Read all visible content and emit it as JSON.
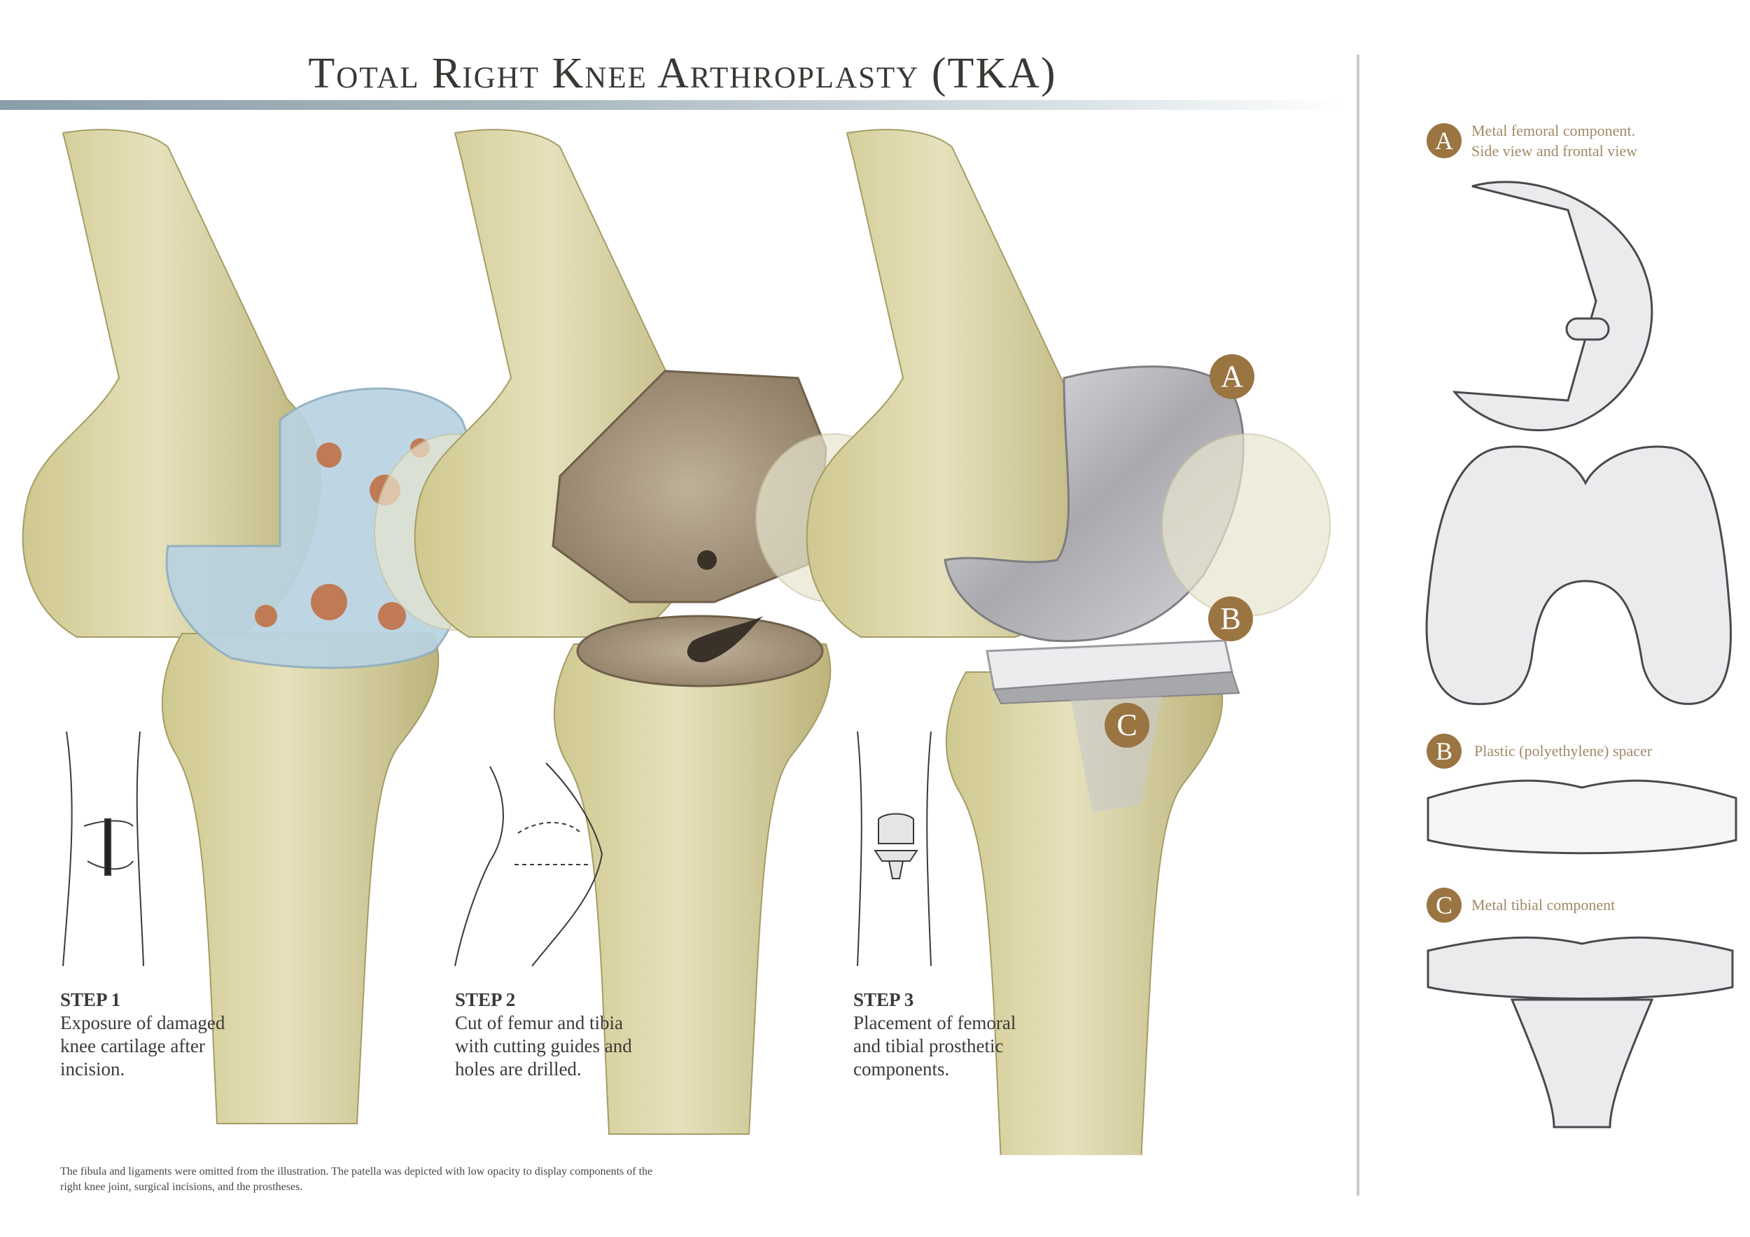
{
  "title": "Total Right Knee Arthroplasty (TKA)",
  "steps": [
    {
      "heading": "STEP 1",
      "text": [
        "Exposure of damaged",
        "knee cartilage after",
        "incision."
      ]
    },
    {
      "heading": "STEP 2",
      "text": [
        "Cut of femur and tibia",
        "with cutting guides and",
        "holes are drilled."
      ]
    },
    {
      "heading": "STEP 3",
      "text": [
        "Placement of femoral",
        "and tibial prosthetic",
        "components."
      ]
    }
  ],
  "callouts": {
    "a": "A",
    "b": "B",
    "c": "C"
  },
  "legend": {
    "a": {
      "letter": "A",
      "line1": "Metal femoral component.",
      "line2": "Side view and frontal view"
    },
    "b": {
      "letter": "B",
      "line1": "Plastic (polyethylene) spacer"
    },
    "c": {
      "letter": "C",
      "line1": "Metal tibial component"
    }
  },
  "footnote": [
    "The fibula and ligaments were omitted from the illustration. The patella was depicted with low opacity to display components of the",
    "right knee joint, surgical incisions, and the prostheses."
  ],
  "colors": {
    "bone": "#dcd6a8",
    "bone_shade": "#b9b07a",
    "cartilage": "#b9d3e1",
    "damage": "#c07a56",
    "metal": "#b8b8bc",
    "badge": "#9a7542",
    "legend_text": "#a08a67"
  }
}
